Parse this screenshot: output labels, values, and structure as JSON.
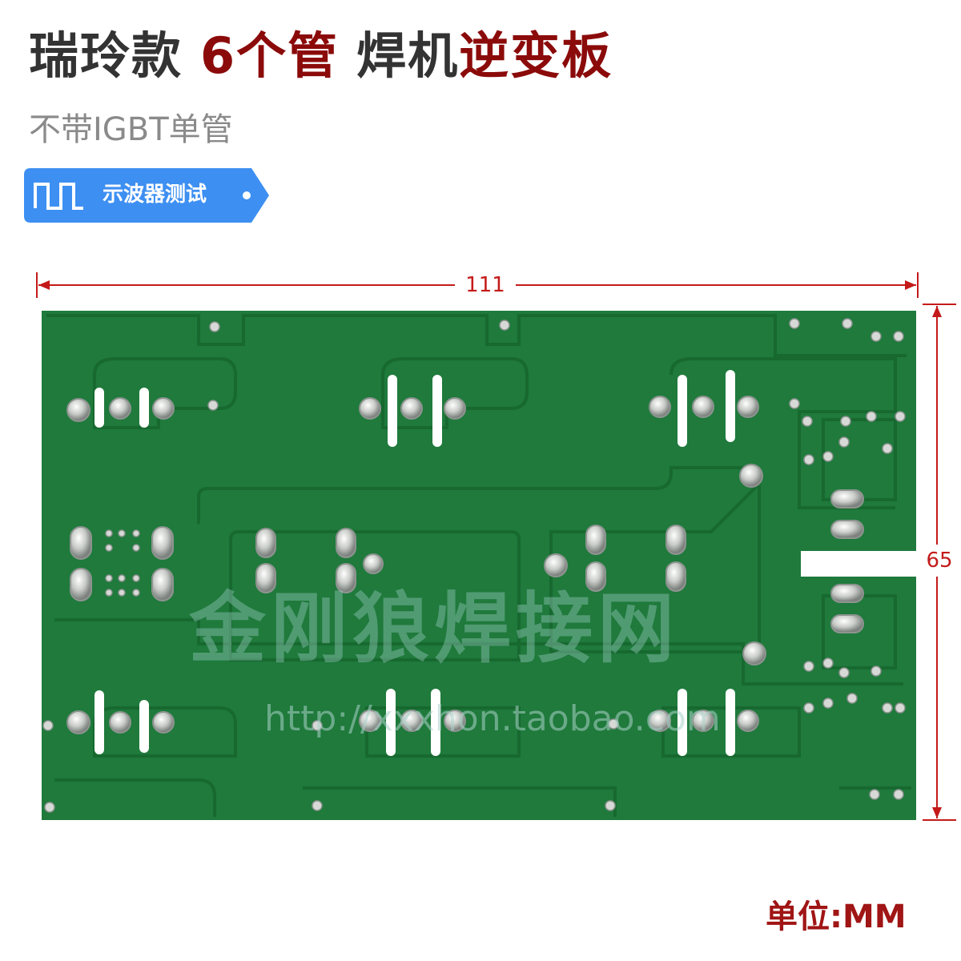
{
  "header": {
    "title_part1": "瑞玲款",
    "title_part2": "6个管",
    "title_part3": "焊机",
    "title_part4": "逆变板",
    "subtitle": "不带IGBT单管"
  },
  "badge": {
    "label": "示波器测试",
    "wave_icon": "square-wave-icon",
    "color": "#3d8ff2"
  },
  "dimensions": {
    "width": "111",
    "height": "65",
    "color": "#c41a1a"
  },
  "board": {
    "color": "#1f7a3c",
    "trace_color": "#17692f"
  },
  "watermark": {
    "text": "金刚狼焊接网",
    "url": "http://xxxhon.taobao.com"
  },
  "footer": {
    "unit": "单位:MM"
  }
}
